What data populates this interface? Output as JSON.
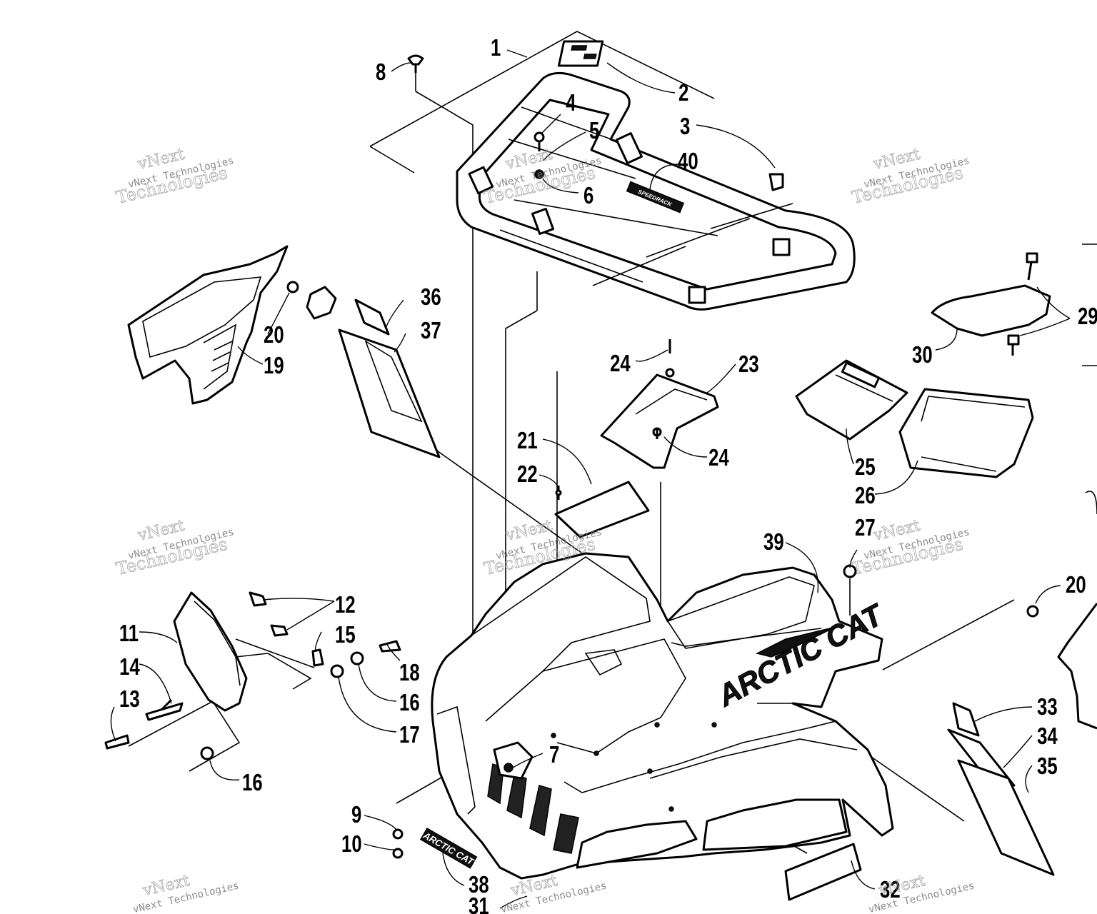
{
  "callouts": {
    "c1": "1",
    "c2": "2",
    "c3": "3",
    "c4": "4",
    "c5": "5",
    "c6": "6",
    "c7": "7",
    "c8": "8",
    "c9": "9",
    "c10": "10",
    "c11": "11",
    "c12": "12",
    "c13": "13",
    "c14": "14",
    "c15": "15",
    "c16a": "16",
    "c16b": "16",
    "c17": "17",
    "c18": "18",
    "c19": "19",
    "c20a": "20",
    "c20b": "20",
    "c21": "21",
    "c22": "22",
    "c23": "23",
    "c24a": "24",
    "c24b": "24",
    "c25": "25",
    "c26": "26",
    "c27": "27",
    "c29": "29",
    "c30": "30",
    "c31": "31",
    "c32": "32",
    "c33": "33",
    "c34": "34",
    "c35": "35",
    "c36": "36",
    "c37": "37",
    "c38": "38",
    "c39": "39",
    "c40": "40"
  },
  "decals": {
    "hood_brand": "ARCTIC CAT",
    "front_badge": "ARCTIC CAT",
    "rack_label": "SPEEDRACK"
  },
  "watermark": {
    "brand": "vNext",
    "company": "vNext Technologies",
    "word": "Technologies"
  }
}
